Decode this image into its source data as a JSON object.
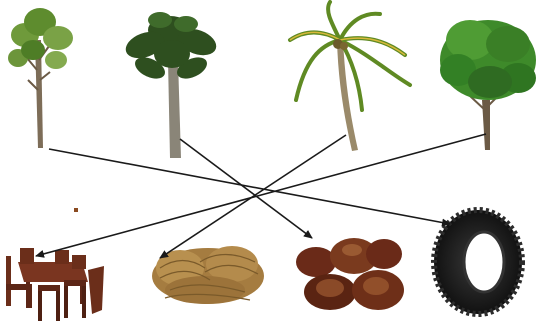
{
  "diagram": {
    "kind": "match-the-following",
    "trees": [
      {
        "id": "rubber-tree",
        "icon": "rubber-tree-icon"
      },
      {
        "id": "palmyra-palm",
        "icon": "palmyra-palm-icon"
      },
      {
        "id": "coconut-palm",
        "icon": "coconut-palm-icon"
      },
      {
        "id": "teak-tree",
        "icon": "teak-tree-icon"
      }
    ],
    "products": [
      {
        "id": "wooden-furniture",
        "icon": "dining-set-icon"
      },
      {
        "id": "coir-rope",
        "icon": "coir-rope-icon"
      },
      {
        "id": "palm-jaggery",
        "icon": "palm-jaggery-icon"
      },
      {
        "id": "rubber-tyre",
        "icon": "tyre-icon"
      }
    ],
    "matches": [
      {
        "from": "rubber-tree",
        "to": "rubber-tyre"
      },
      {
        "from": "palmyra-palm",
        "to": "palm-jaggery"
      },
      {
        "from": "coconut-palm",
        "to": "coir-rope"
      },
      {
        "from": "teak-tree",
        "to": "wooden-furniture"
      }
    ],
    "colors": {
      "line": "#1a1a1a",
      "leaf": "#2f6b22",
      "bark": "#6b5a45",
      "wood": "#6b2e1a",
      "rope": "#b0884a",
      "jaggery": "#6a2a18",
      "tyre": "#1c1c1c"
    }
  }
}
